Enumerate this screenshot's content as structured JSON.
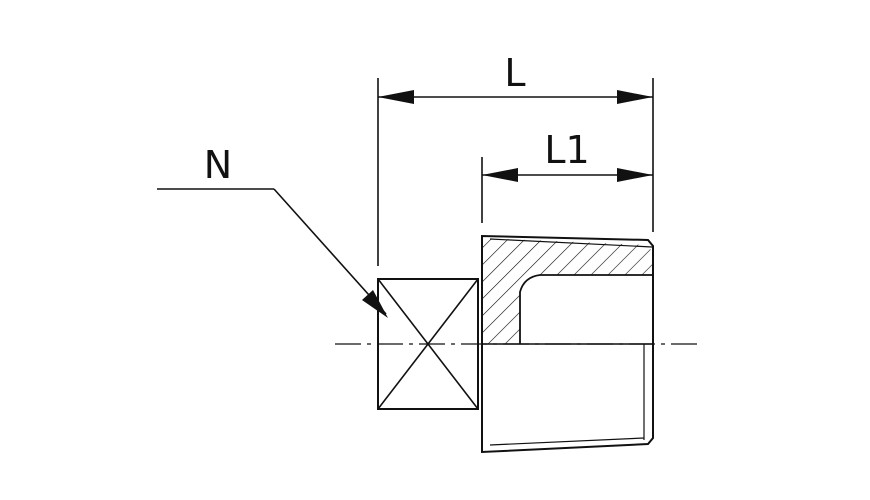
{
  "diagram": {
    "labels": {
      "overall_length": "L",
      "thread_length": "L1",
      "hex_size": "N"
    },
    "colors": {
      "line": "#111111",
      "background": "#ffffff"
    }
  }
}
